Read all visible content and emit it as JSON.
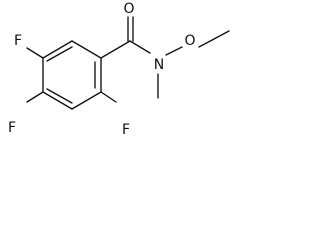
{
  "structure": {
    "atom_labels": {
      "fluorine_upper_left": "F",
      "fluorine_lower_left": "F",
      "fluorine_lower_right": "F",
      "carbonyl_oxygen": "O",
      "amide_nitrogen": "N",
      "methoxy_oxygen": "O"
    }
  }
}
